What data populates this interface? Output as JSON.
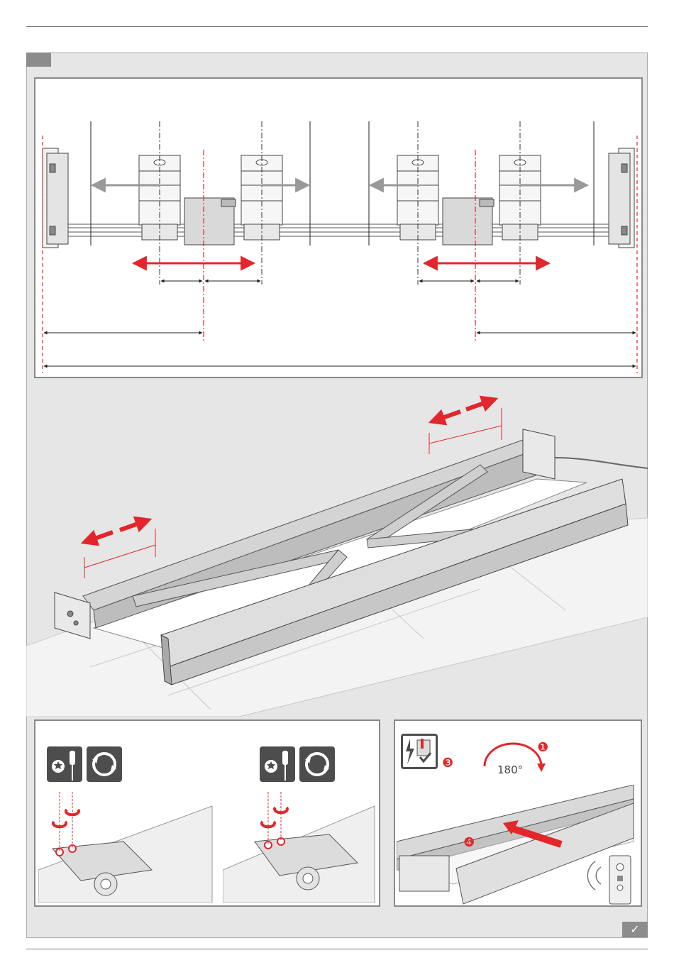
{
  "page": {
    "check_mark": "✓"
  },
  "panel_bottom_right": {
    "rotation_label": "180°",
    "steps": [
      "❶",
      "❸",
      "❹"
    ]
  },
  "icons": {
    "torx": "torx-screwdriver-icon",
    "rotate": "rotate-icon",
    "power": "power-disconnect-icon",
    "remote": "remote-control-icon"
  },
  "colors": {
    "accent_red": "#e3262b",
    "frame_gray": "#7a7a7a",
    "background_gray": "#e6e6e6",
    "icon_dark": "#4d4d4d",
    "check_bg": "#8c8c8c"
  }
}
